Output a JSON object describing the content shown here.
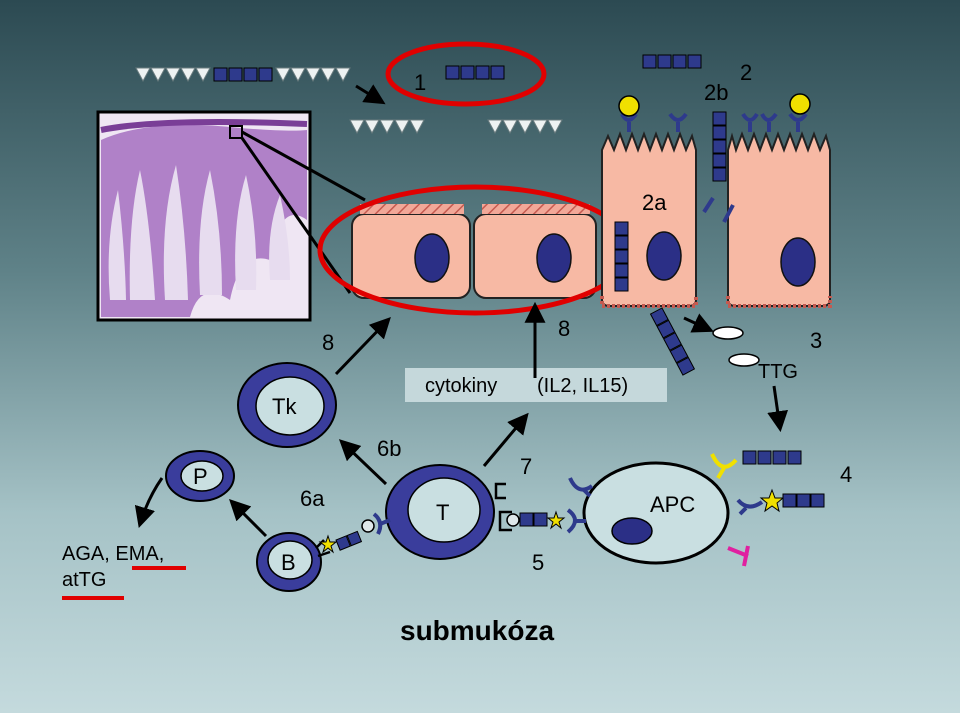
{
  "labels": {
    "n1": "1",
    "n2": "2",
    "n2a": "2a",
    "n2b": "2b",
    "n3": "3",
    "n4": "4",
    "n5": "5",
    "n6a": "6a",
    "n6b": "6b",
    "n7": "7",
    "n8_left": "8",
    "n8_right": "8",
    "tk": "Tk",
    "p": "P",
    "b": "B",
    "t": "T",
    "apc": "APC",
    "ttg": "TTG",
    "cytokines": "cytokiny",
    "interleukins": "(IL2, IL15)",
    "antibodies_line1": "AGA, EMA,",
    "antibodies_line2": "atTG",
    "submucosa": "submukóza"
  },
  "colors": {
    "background_top": "#2c4a52",
    "background_bottom": "#c4dadd",
    "highlight_red": "#e00000",
    "enterocyte_fill": "#f7b9a4",
    "nucleus": "#2b2f86",
    "peptide": "#2e3a8c",
    "receptor_yellow": "#f0e000",
    "receptor_magenta": "#e020a0"
  }
}
